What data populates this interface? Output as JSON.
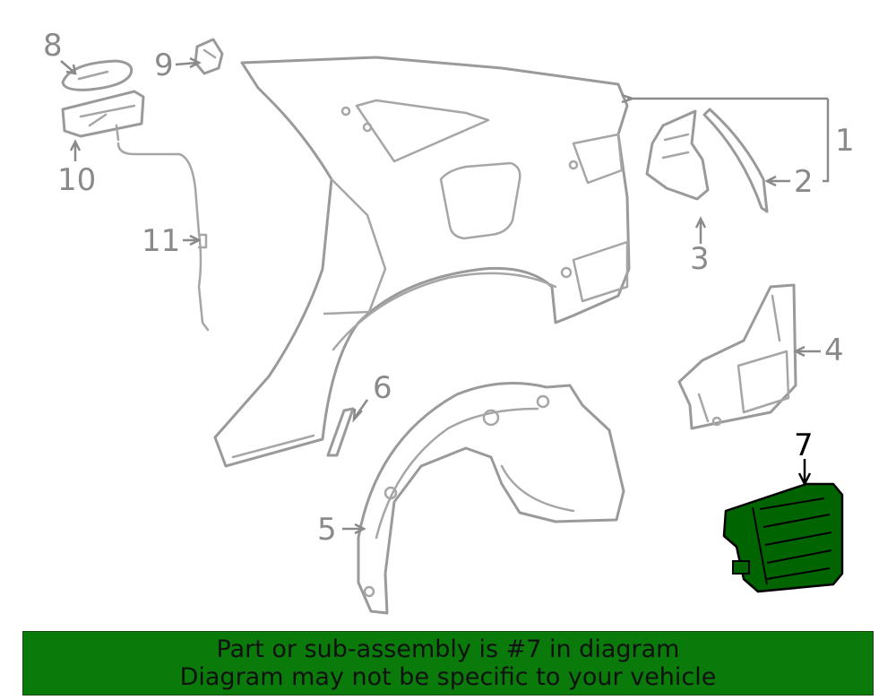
{
  "colors": {
    "highlight_fill": "#006400",
    "banner_background": "#0a7a0a",
    "part_outline": "#9a9a9a",
    "label_gray": "#8a8a8a",
    "label_active": "#000000"
  },
  "callouts": {
    "c1": "1",
    "c2": "2",
    "c3": "3",
    "c4": "4",
    "c5": "5",
    "c6": "6",
    "c7": "7",
    "c8": "8",
    "c9": "9",
    "c10": "10",
    "c11": "11"
  },
  "highlighted_callout": "7",
  "banner": {
    "line1": "Part or sub-assembly is #7 in diagram",
    "line2": "Diagram may not be specific to your vehicle"
  }
}
